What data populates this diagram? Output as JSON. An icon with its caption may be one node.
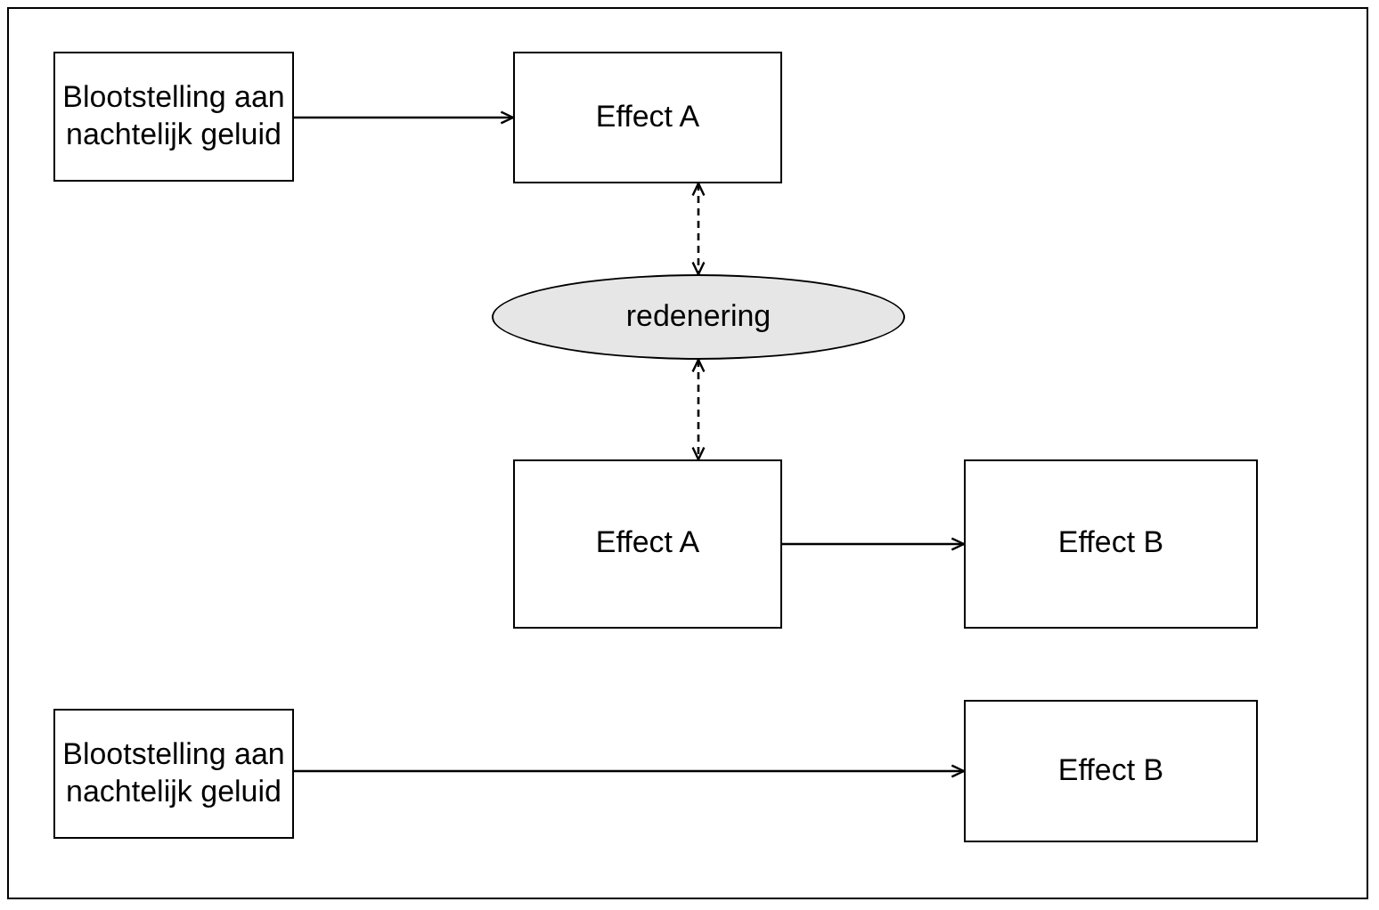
{
  "diagram": {
    "nodes": [
      {
        "text": [
          "Blootstelling aan nachtelijk geluid"
        ]
      },
      {
        "text": [
          "Effect A"
        ]
      },
      {
        "text": [
          "redenering"
        ]
      },
      {
        "text": [
          "Effect A"
        ]
      },
      {
        "text": [
          "Effect B"
        ]
      },
      {
        "text": [
          "Blootstelling aan nachtelijk geluid"
        ]
      },
      {
        "text": [
          "Effect B"
        ]
      }
    ],
    "edges": [
      {
        "from": 0,
        "to": 1,
        "arrow": "to"
      },
      {
        "from": 1,
        "to": 2,
        "arrow": "both",
        "style": "dashed"
      },
      {
        "from": 2,
        "to": 3,
        "arrow": "both",
        "style": "dashed"
      },
      {
        "from": 3,
        "to": 4,
        "arrow": "to"
      },
      {
        "from": 5,
        "to": 6,
        "arrow": "to"
      }
    ]
  }
}
